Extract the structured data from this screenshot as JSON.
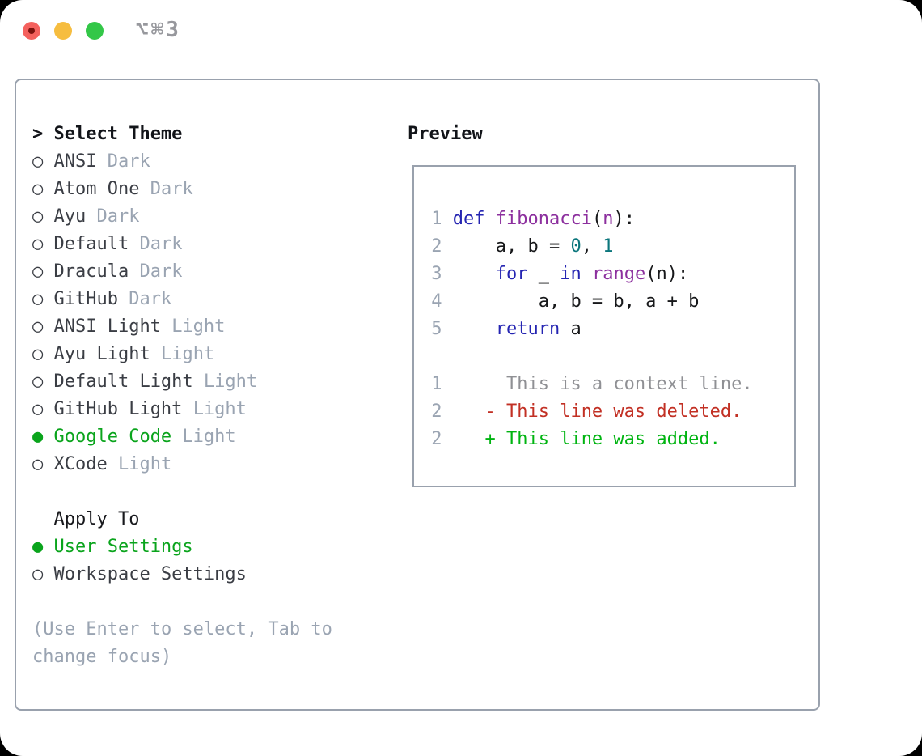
{
  "window": {
    "shortcut_title": "⌥⌘3",
    "traffic_lights": [
      "close",
      "minimize",
      "zoom"
    ]
  },
  "dialog": {
    "select_theme": {
      "prompt": ">",
      "title": "Select Theme",
      "radio_unselected": "○",
      "radio_selected": "●",
      "items": [
        {
          "name": "ANSI",
          "variant": "Dark",
          "selected": false
        },
        {
          "name": "Atom One",
          "variant": "Dark",
          "selected": false
        },
        {
          "name": "Ayu",
          "variant": "Dark",
          "selected": false
        },
        {
          "name": "Default",
          "variant": "Dark",
          "selected": false
        },
        {
          "name": "Dracula",
          "variant": "Dark",
          "selected": false
        },
        {
          "name": "GitHub",
          "variant": "Dark",
          "selected": false
        },
        {
          "name": "ANSI Light",
          "variant": "Light",
          "selected": false
        },
        {
          "name": "Ayu Light",
          "variant": "Light",
          "selected": false
        },
        {
          "name": "Default Light",
          "variant": "Light",
          "selected": false
        },
        {
          "name": "GitHub Light",
          "variant": "Light",
          "selected": false
        },
        {
          "name": "Google Code",
          "variant": "Light",
          "selected": true
        },
        {
          "name": "XCode",
          "variant": "Light",
          "selected": false
        }
      ]
    },
    "apply_to": {
      "title": "Apply To",
      "options": [
        {
          "label": "User Settings",
          "selected": true
        },
        {
          "label": "Workspace Settings",
          "selected": false
        }
      ]
    },
    "help_lines": [
      "(Use Enter to select, Tab to",
      "change focus)"
    ],
    "preview": {
      "title": "Preview",
      "lines": [
        {
          "num": "1",
          "tokens": [
            [
              "def",
              "kw"
            ],
            [
              " ",
              "pl"
            ],
            [
              "fibonacci",
              "fn"
            ],
            [
              "(",
              "pl"
            ],
            [
              "n",
              "fn"
            ],
            [
              "):",
              "pl"
            ]
          ]
        },
        {
          "num": "2",
          "tokens": [
            [
              "    a, b = ",
              "pl"
            ],
            [
              "0",
              "lit"
            ],
            [
              ", ",
              "pl"
            ],
            [
              "1",
              "lit"
            ]
          ]
        },
        {
          "num": "3",
          "tokens": [
            [
              "    ",
              "pl"
            ],
            [
              "for",
              "kw"
            ],
            [
              " _ ",
              "pl"
            ],
            [
              "in",
              "kw"
            ],
            [
              " ",
              "pl"
            ],
            [
              "range",
              "fn"
            ],
            [
              "(n):",
              "pl"
            ]
          ]
        },
        {
          "num": "4",
          "tokens": [
            [
              "        a, b = b, a + b",
              "pl"
            ]
          ]
        },
        {
          "num": "5",
          "tokens": [
            [
              "    ",
              "pl"
            ],
            [
              "return",
              "kw"
            ],
            [
              " a",
              "pl"
            ]
          ]
        },
        {
          "num": "",
          "tokens": []
        },
        {
          "num": "1",
          "tokens": [
            [
              "     This is a context line.",
              "ctx"
            ]
          ]
        },
        {
          "num": "2",
          "tokens": [
            [
              "   - This line was deleted.",
              "del"
            ]
          ]
        },
        {
          "num": "2",
          "tokens": [
            [
              "   + This line was added.",
              "add"
            ]
          ]
        }
      ]
    }
  },
  "colors": {
    "selection_green": "#0aa41c",
    "diff_added": "#00b411",
    "diff_removed": "#c23024",
    "diff_context": "#8f9094",
    "syntax_keyword": "#2525b2",
    "syntax_name": "#8c2f9e",
    "syntax_literal": "#0b767c",
    "muted_gray": "#9aa4b2",
    "border_gray": "#99a1ad",
    "traffic_red": "#f4615d",
    "traffic_yellow": "#f6bd3f",
    "traffic_green": "#33c748"
  }
}
